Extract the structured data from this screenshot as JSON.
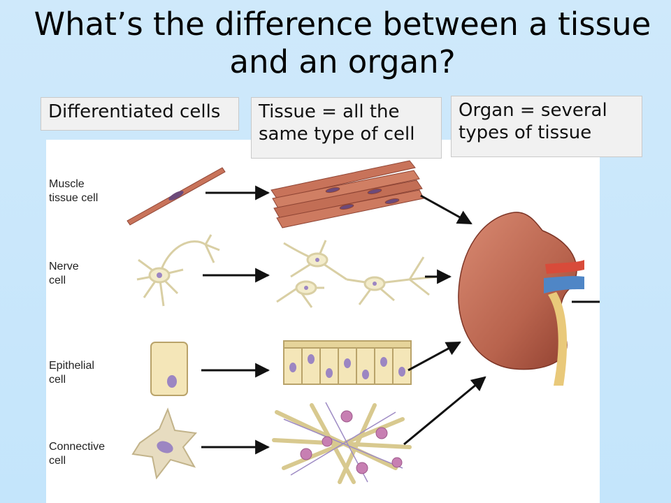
{
  "title": {
    "line1": "What’s the difference between a tissue",
    "line2": "and an organ?"
  },
  "boxes": {
    "cells": "Differentiated cells",
    "tissue_line1": "Tissue = all the",
    "tissue_line2": "same type of cell",
    "organ_line1": "Organ = several",
    "organ_line2": "types of tissue"
  },
  "rows": [
    {
      "line1": "Muscle",
      "line2": "tissue cell"
    },
    {
      "line1": "Nerve",
      "line2": "cell"
    },
    {
      "line1": "Epithelial",
      "line2": "cell"
    },
    {
      "line1": "Connective",
      "line2": "cell"
    }
  ],
  "colors": {
    "muscle": "#c8735a",
    "nerve": "#f3eccb",
    "epithelial": "#f4e6b8",
    "nucleus": "#9c86c2",
    "connective": "#e7dcc0",
    "organ": "#b8634d",
    "artery": "#d84b3a",
    "vein": "#4f86c6",
    "ureter": "#e9c97a"
  }
}
